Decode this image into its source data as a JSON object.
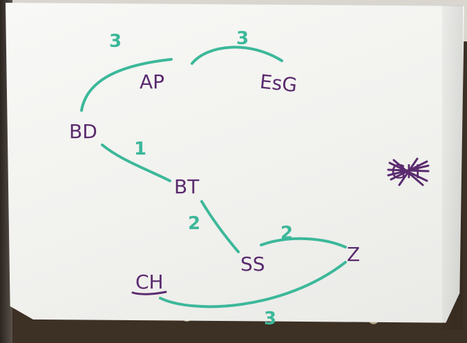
{
  "diagram": {
    "nodes": [
      {
        "id": "AP",
        "label": "AP"
      },
      {
        "id": "EsG",
        "label": "EsG"
      },
      {
        "id": "BD",
        "label": "BD"
      },
      {
        "id": "BT",
        "label": "BT"
      },
      {
        "id": "SS",
        "label": "SS"
      },
      {
        "id": "Z",
        "label": "Z"
      },
      {
        "id": "CH",
        "label": "CH"
      },
      {
        "id": "crossed",
        "label": "GH"
      }
    ],
    "edges": [
      {
        "from": "BD",
        "to": "AP",
        "weight": "3"
      },
      {
        "from": "AP",
        "to": "EsG",
        "weight": "3"
      },
      {
        "from": "BD",
        "to": "BT",
        "weight": "1"
      },
      {
        "from": "BT",
        "to": "SS",
        "weight": "2"
      },
      {
        "from": "SS",
        "to": "Z",
        "weight": "2"
      },
      {
        "from": "CH",
        "to": "Z",
        "weight": "3"
      }
    ],
    "colors": {
      "node_ink": "#5a2a6e",
      "edge_ink": "#3cb89a",
      "paper": "#f4f4f1"
    }
  }
}
